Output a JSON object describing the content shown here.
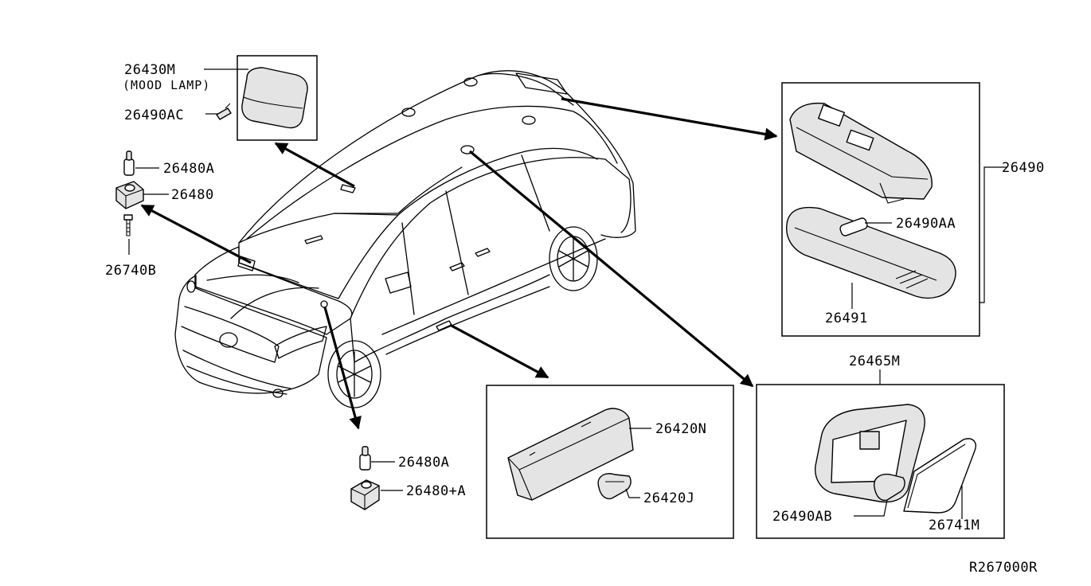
{
  "diagram": {
    "part_labels": {
      "mood_lamp": "26430M",
      "mood_lamp_note": "(MOOD LAMP)",
      "mood_lamp_bulb": "26490AC",
      "map_bulb_front": "26480A",
      "map_lamp_front": "26480",
      "screw": "26740B",
      "room_lamp_assy": "26490",
      "room_lamp_bulb": "26490AA",
      "room_lamp_lens": "26491",
      "step_lamp": "26420N",
      "step_lamp_bulb": "26420J",
      "cargo_lamp_assy": "26465M",
      "cargo_lamp_bulb": "26490AB",
      "cargo_lamp_lens": "26741M",
      "map_bulb_lower": "26480A",
      "map_lamp_lower": "26480+A"
    },
    "drawing_number": "R267000R"
  }
}
